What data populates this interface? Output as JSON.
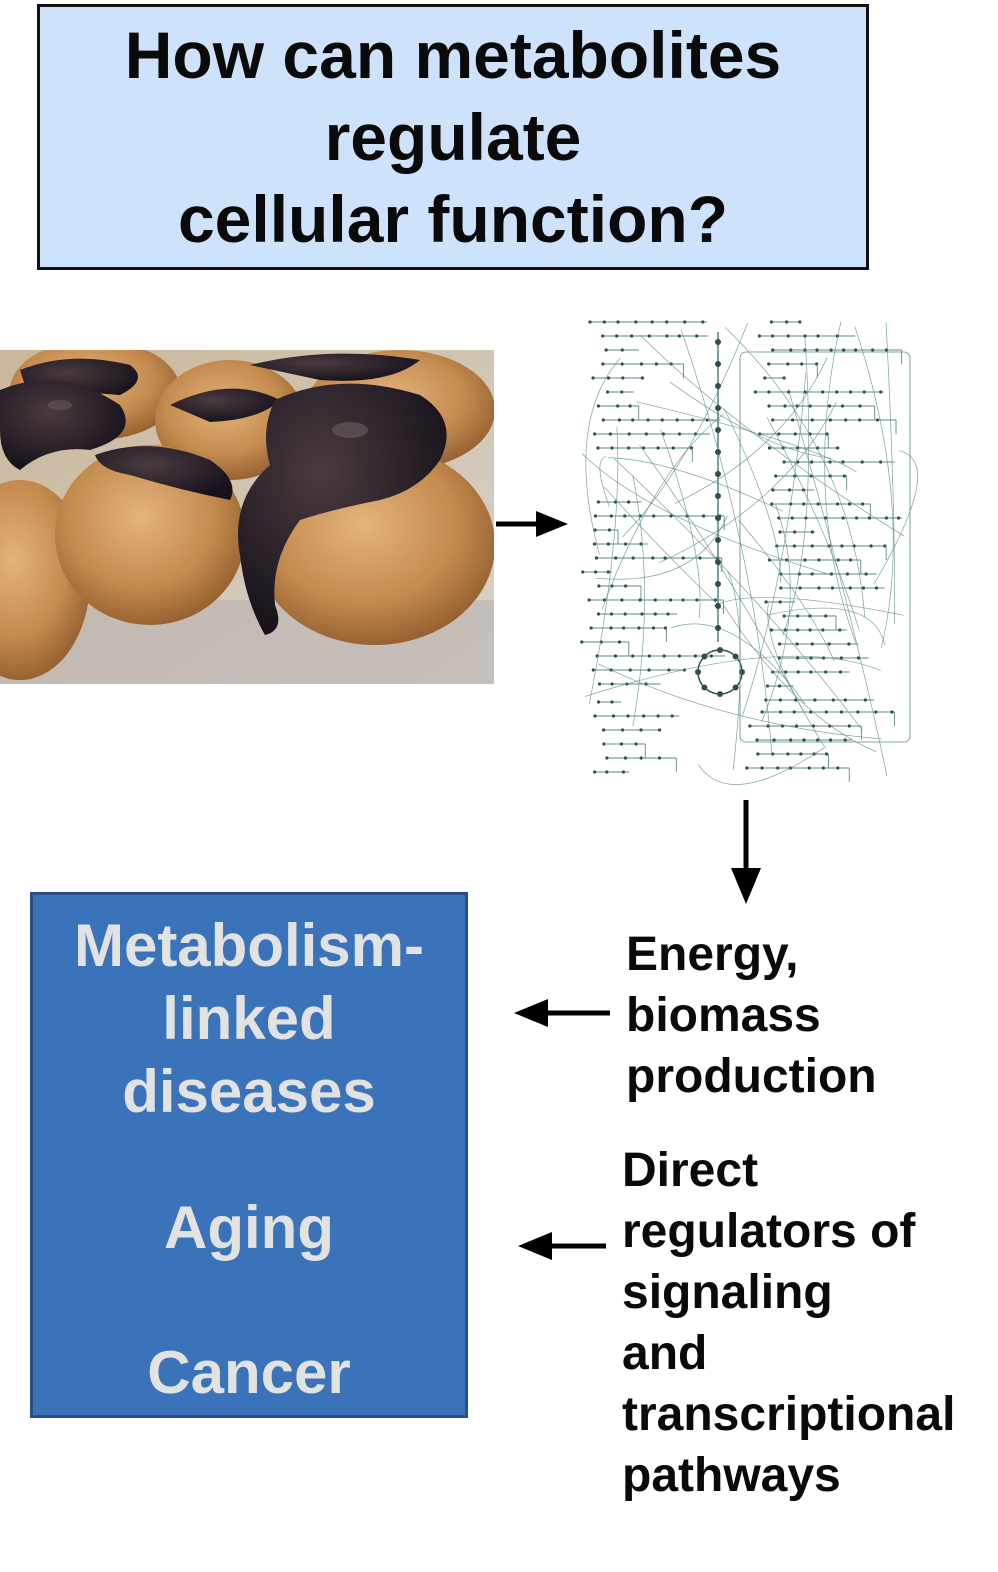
{
  "title": {
    "lines": [
      "How can metabolites",
      "regulate",
      "cellular function?"
    ]
  },
  "photo": {
    "subject": "cream puffs with dark chocolate glaze"
  },
  "network": {
    "subject": "metabolic pathway network map"
  },
  "outcomes": {
    "item1_lines": [
      "Metabolism-",
      "linked",
      "diseases"
    ],
    "item2": "Aging",
    "item3": "Cancer"
  },
  "roles": {
    "energy_lines": [
      "Energy,",
      "biomass",
      "production"
    ],
    "direct_lines": [
      "Direct",
      "regulators of",
      "signaling",
      "and",
      "transcriptional",
      "pathways"
    ]
  },
  "colors": {
    "title_bg": "#cfe2fb",
    "outcome_bg": "#3a73b9",
    "outcome_text": "#e2e2e2",
    "network_line": "#5a8a8a",
    "network_node": "#2f4f4f"
  }
}
